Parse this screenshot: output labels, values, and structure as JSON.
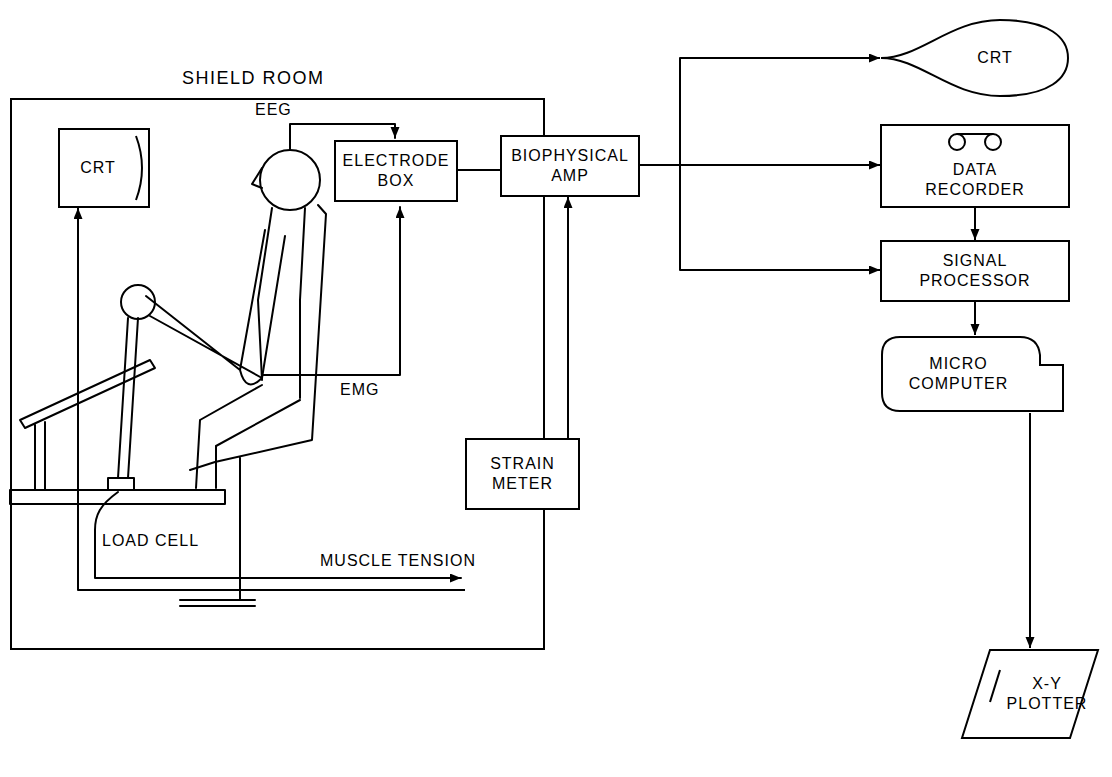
{
  "diagram": {
    "nodes": [
      {
        "text": [
          "SHIELD ROOM"
        ]
      },
      {
        "text": [
          "CRT"
        ],
        "in": 0
      },
      {
        "text": [
          "ELECTRODE BOX"
        ],
        "in": 0
      },
      {
        "text": [
          "STRAIN METER"
        ]
      },
      {
        "text": [
          "BIOPHYSICAL AMP"
        ]
      },
      {
        "text": [
          "CRT"
        ]
      },
      {
        "text": [
          "DATA RECORDER"
        ]
      },
      {
        "text": [
          "SIGNAL PROCESSOR"
        ]
      },
      {
        "text": [
          "MICRO COMPUTER"
        ]
      },
      {
        "text": [
          "X-Y PLOTTER"
        ]
      }
    ],
    "edges": [
      {
        "from": 2,
        "to": 4,
        "arrow": "none"
      },
      {
        "from": 3,
        "to": 4,
        "arrow": "to"
      },
      {
        "from": 4,
        "to": 5,
        "arrow": "to"
      },
      {
        "from": 4,
        "to": 6,
        "arrow": "to"
      },
      {
        "from": 4,
        "to": 7,
        "arrow": "to"
      },
      {
        "from": 6,
        "to": 7,
        "arrow": "to"
      },
      {
        "from": 7,
        "to": 8,
        "arrow": "to"
      },
      {
        "from": 8,
        "to": 9,
        "arrow": "to"
      },
      {
        "from": 3,
        "to": 1,
        "arrow": "to"
      }
    ],
    "labels": [
      "EEG",
      "EMG",
      "LOAD CELL",
      "MUSCLE TENSION"
    ]
  }
}
